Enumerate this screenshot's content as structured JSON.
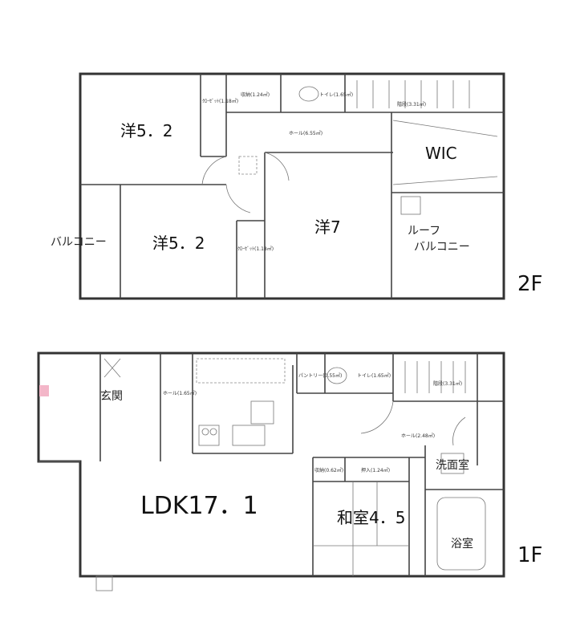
{
  "second_floor": {
    "label": "2F",
    "rooms": {
      "western_a": "洋5．2",
      "western_b": "洋5．2",
      "western_c": "洋7",
      "wic": "WIC",
      "balcony": "バルコニー",
      "roof_balcony_1": "ルーフ",
      "roof_balcony_2": "バルコニー"
    },
    "small": {
      "closet_a": "ｸﾛｰｾﾞｯﾄ(1.18㎡)",
      "closet_b": "ｸﾛｰｾﾞｯﾄ(1.18㎡)",
      "storage": "収納(1.24㎡)",
      "toilet": "トイレ(1.65㎡)",
      "stairs": "階段(3.31㎡)",
      "hall": "ホール(6.55㎡)"
    }
  },
  "first_floor": {
    "label": "1F",
    "rooms": {
      "entrance": "玄関",
      "ldk": "LDK17．1",
      "japanese": "和室4．5",
      "washroom": "洗面室",
      "bath": "浴室"
    },
    "small": {
      "hall_a": "ホール(1.65㎡)",
      "pantry": "パントリー(0.55㎡)",
      "toilet": "トイレ(1.65㎡)",
      "stairs": "階段(3.31㎡)",
      "hall_b": "ホール(2.48㎡)",
      "storage": "収納(0.62㎡)",
      "oshiire": "押入(1.24㎡)"
    }
  }
}
